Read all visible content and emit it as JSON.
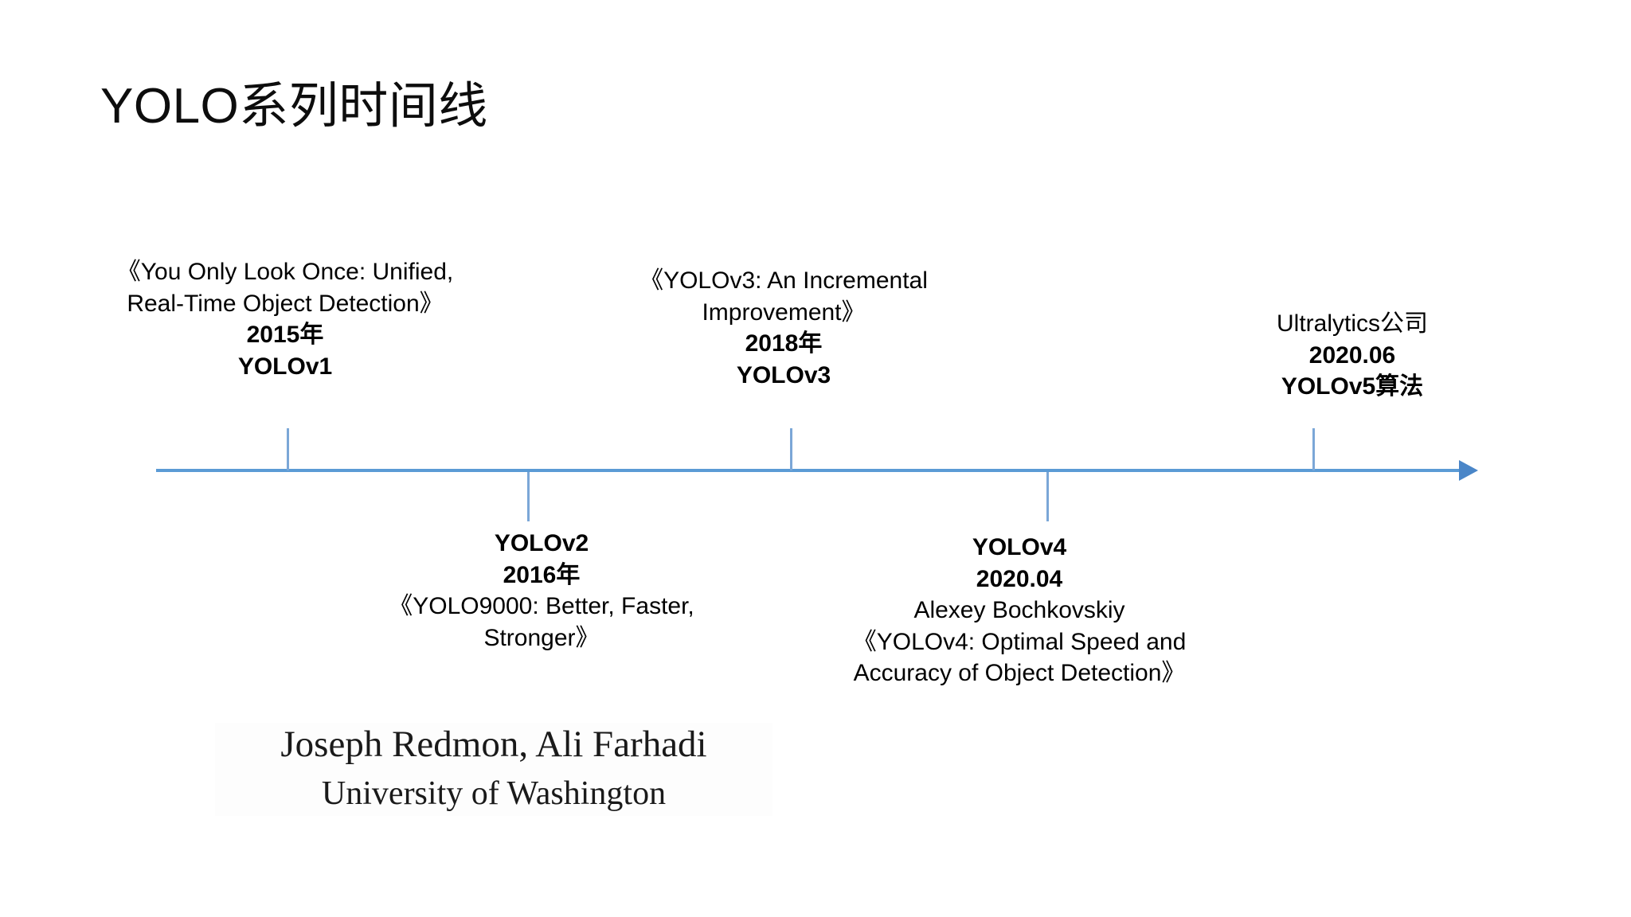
{
  "slide": {
    "title": "YOLO系列时间线",
    "background_color": "#ffffff",
    "accent_color": "#5b9bd5"
  },
  "timeline": {
    "axis_color": "#5b9bd5",
    "arrow_color": "#4a86c8",
    "tick_color": "#7ba7d7",
    "direction": "left-to-right"
  },
  "events": [
    {
      "id": "yolov1",
      "position": "above",
      "lines": [
        {
          "text": "《You Only Look Once: Unified,",
          "bold": false
        },
        {
          "text": "Real-Time Object Detection》",
          "bold": false
        },
        {
          "text": "2015年",
          "bold": true
        },
        {
          "text": "YOLOv1",
          "bold": true
        }
      ]
    },
    {
      "id": "yolov2",
      "position": "below",
      "lines": [
        {
          "text": "YOLOv2",
          "bold": true
        },
        {
          "text": "2016年",
          "bold": true
        },
        {
          "text": "《YOLO9000: Better, Faster,",
          "bold": false
        },
        {
          "text": "Stronger》",
          "bold": false
        }
      ]
    },
    {
      "id": "yolov3",
      "position": "above",
      "lines": [
        {
          "text": "《YOLOv3: An Incremental",
          "bold": false
        },
        {
          "text": "Improvement》",
          "bold": false
        },
        {
          "text": "2018年",
          "bold": true
        },
        {
          "text": "YOLOv3",
          "bold": true
        }
      ]
    },
    {
      "id": "yolov4",
      "position": "below",
      "lines": [
        {
          "text": "YOLOv4",
          "bold": true
        },
        {
          "text": "2020.04",
          "bold": true
        },
        {
          "text": "Alexey Bochkovskiy",
          "bold": false
        },
        {
          "text": "《YOLOv4: Optimal Speed and",
          "bold": false
        },
        {
          "text": "Accuracy of Object Detection》",
          "bold": false
        }
      ]
    },
    {
      "id": "yolov5",
      "position": "above",
      "lines": [
        {
          "text": "Ultralytics公司",
          "bold": false
        },
        {
          "text": "2020.06",
          "bold": true
        },
        {
          "text": "YOLOv5算法",
          "bold": true
        }
      ]
    }
  ],
  "paper_header_image": {
    "authors": "Joseph Redmon, Ali Farhadi",
    "affiliation": "University of Washington"
  }
}
